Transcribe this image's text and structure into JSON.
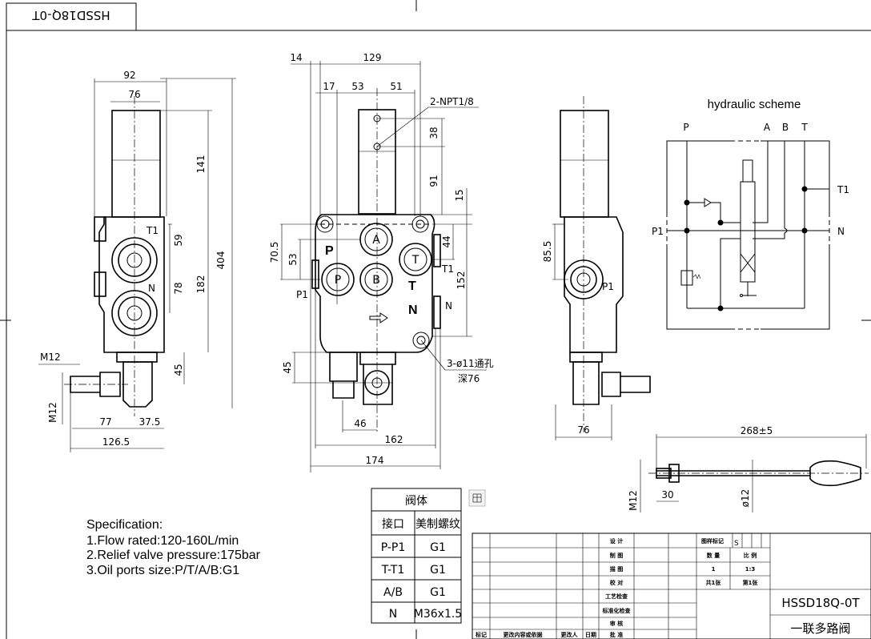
{
  "drawing_number_mirrored": "HSSD18Q-0T",
  "left_view": {
    "dims": [
      "92",
      "76",
      "141",
      "59",
      "404",
      "182",
      "78",
      "45",
      "M12",
      "M12",
      "77",
      "37.5",
      "126.5"
    ],
    "labels": [
      "T1",
      "N"
    ]
  },
  "front_view": {
    "dims": [
      "14",
      "129",
      "17",
      "53",
      "51",
      "38",
      "91",
      "15",
      "70.5",
      "53",
      "44",
      "152",
      "45",
      "46",
      "162",
      "174"
    ],
    "callouts": [
      "2-NPT1/8",
      "3-ø11通孔",
      "深76"
    ],
    "side_labels": [
      "P1",
      "T1",
      "N"
    ],
    "body_letters": [
      "P",
      "T",
      "N"
    ],
    "ports": [
      "A",
      "P",
      "B",
      "T"
    ]
  },
  "right_view": {
    "dims": [
      "85.5",
      "76"
    ],
    "labels": [
      "P1"
    ]
  },
  "handle": {
    "dims": [
      "268±5",
      "M12",
      "30",
      "ø12"
    ]
  },
  "scheme": {
    "title": "hydraulic scheme",
    "top_labels": [
      "P",
      "A",
      "B",
      "T"
    ],
    "side_labels": [
      "P1",
      "N",
      "T1"
    ]
  },
  "specification": {
    "title": "Specification:",
    "lines": [
      "1.Flow rated:120-160L/min",
      "2.Relief valve pressure:175bar",
      "3.Oil ports size:P/T/A/B:G1"
    ]
  },
  "port_table": {
    "title": "阀体",
    "headers": [
      "接口",
      "美制螺纹"
    ],
    "rows": [
      [
        "P-P1",
        "G1"
      ],
      [
        "T-T1",
        "G1"
      ],
      [
        "A/B",
        "G1"
      ],
      [
        "N",
        "M36x1.5"
      ]
    ]
  },
  "title_block": {
    "roles": [
      "设 计",
      "制 图",
      "描 图",
      "校 对",
      "工艺检查",
      "标准化检查",
      "审 核",
      "批 准"
    ],
    "footer": [
      "标记",
      "更改内容或依据",
      "更改人",
      "日期"
    ],
    "sample_mark_label": "图样标记",
    "sample_mark": "S",
    "qty_label": "数 量",
    "scale_label": "比 例",
    "qty": "1",
    "scale": "1:3",
    "sheets_total": "共1张",
    "sheet_no": "第1张",
    "drawing_number": "HSSD18Q-0T",
    "drawing_name": "一联多路阀"
  }
}
